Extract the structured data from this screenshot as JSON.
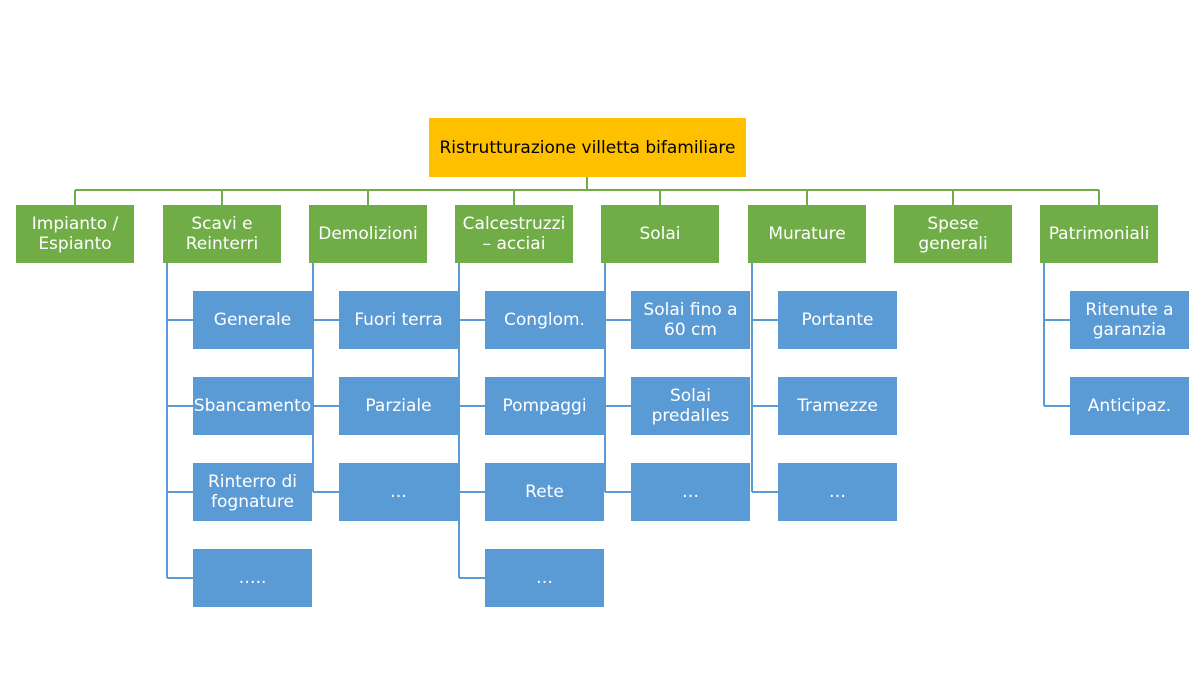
{
  "root": {
    "label": "Ristrutturazione villetta bifamiliare"
  },
  "colors": {
    "root": "#ffc000",
    "category": "#70ad47",
    "item": "#5b9bd5",
    "connector_green": "#70ad47",
    "connector_blue": "#5b9bd5"
  },
  "categories": [
    {
      "label": "Impianto / Espianto",
      "items": []
    },
    {
      "label": "Scavi e Reinterri",
      "items": [
        "Generale",
        "Sbancamento",
        "Rinterro di fognature",
        "….."
      ]
    },
    {
      "label": "Demolizioni",
      "items": [
        "Fuori terra",
        "Parziale",
        "…"
      ]
    },
    {
      "label": "Calcestruzzi – acciai",
      "items": [
        "Conglom.",
        "Pompaggi",
        "Rete",
        "…"
      ]
    },
    {
      "label": "Solai",
      "items": [
        "Solai fino a 60 cm",
        "Solai predalles",
        "…"
      ]
    },
    {
      "label": "Murature",
      "items": [
        "Portante",
        "Tramezze",
        "…"
      ]
    },
    {
      "label": "Spese generali",
      "items": []
    },
    {
      "label": "Patrimoniali",
      "items": [
        "Ritenute a garanzia",
        "Anticipaz."
      ]
    }
  ]
}
